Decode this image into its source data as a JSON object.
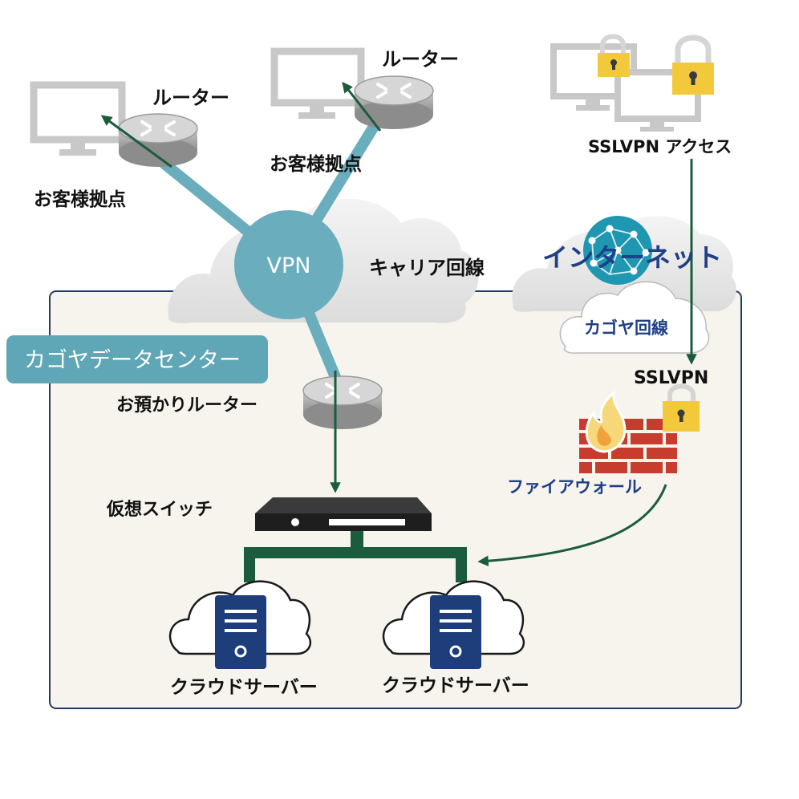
{
  "labels": {
    "router_left": "ルーター",
    "router_mid": "ルーター",
    "site_left": "お客様拠点",
    "site_mid": "お客様拠点",
    "sslvpn_access": "SSLVPN アクセス",
    "vpn": "VPN",
    "carrier_line": "キャリア回線",
    "internet": "インターネット",
    "kagoya_line": "カゴヤ回線",
    "datacenter": "カゴヤデータセンター",
    "sslvpn": "SSLVPN",
    "deposit_router": "お預かりルーター",
    "firewall": "ファイアウォール",
    "virtual_switch": "仮想スイッチ",
    "cloud_server_left": "クラウドサーバー",
    "cloud_server_right": "クラウドサーバー"
  },
  "colors": {
    "link_blue": "#6aaebe",
    "arrow_green": "#1a5c3c",
    "server_navy": "#1d3d7b",
    "badge_teal": "#5fa6b6",
    "panel_fill": "#f7f4ee",
    "panel_border": "#223a6a",
    "lock_yellow": "#f2c93a",
    "brick_red": "#c63c2e",
    "text_blue": "#1f3f86"
  },
  "icons": [
    "monitor-icon",
    "router-icon",
    "lock-icon",
    "globe-icon",
    "firewall-icon",
    "flame-icon",
    "switch-icon",
    "server-icon",
    "cloud-icon"
  ]
}
